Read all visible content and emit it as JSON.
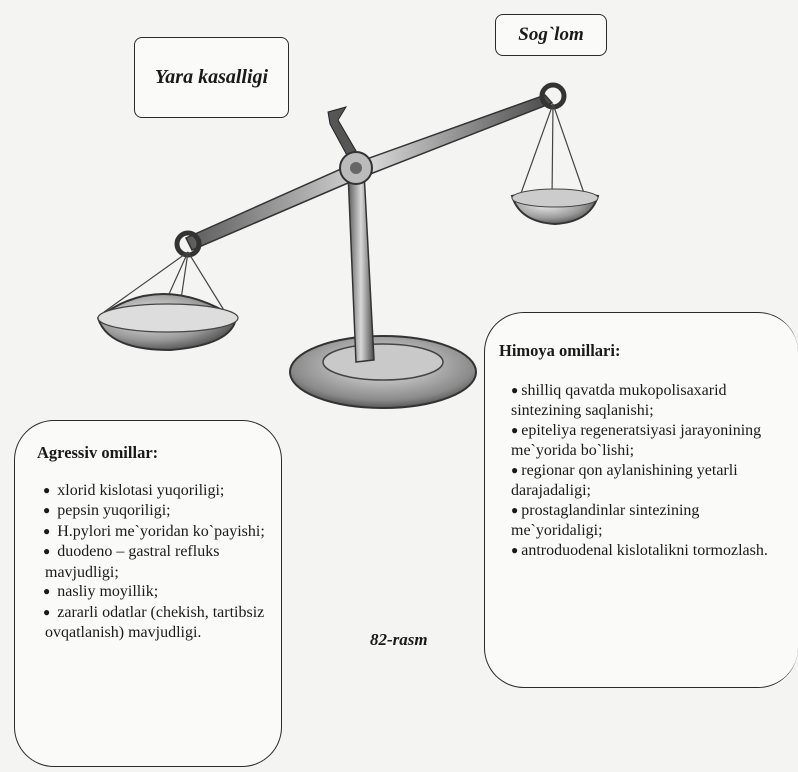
{
  "labels": {
    "left_pan": "Yara kasalligi",
    "right_pan": "Sog`lom"
  },
  "agressiv": {
    "title": "Agressiv omillar:",
    "items": [
      "xlorid kislotasi yuqoriligi;",
      "pepsin yuqoriligi;",
      "H.pylori me`yoridan ko`payishi;",
      "duodeno – gastral refluks mavjudligi;",
      "nasliy moyillik;",
      "zararli odatlar (chekish, tartibsiz ovqatlanish) mavjudligi."
    ]
  },
  "himoya": {
    "title": "Himoya omillari:",
    "items": [
      "shilliq qavatda mukopolisaxarid sintezining saqlanishi;",
      "epiteliya regeneratsiyasi jarayonining me`yorida bo`lishi;",
      "regionar qon aylanishining yetarli darajadaligi;",
      "prostaglandinlar sintezining me`yoridaligi;",
      "antroduodenal kislotalikni tormozlash."
    ]
  },
  "caption": "82-rasm",
  "icons": {
    "balance": "balance-scale-illustration"
  }
}
